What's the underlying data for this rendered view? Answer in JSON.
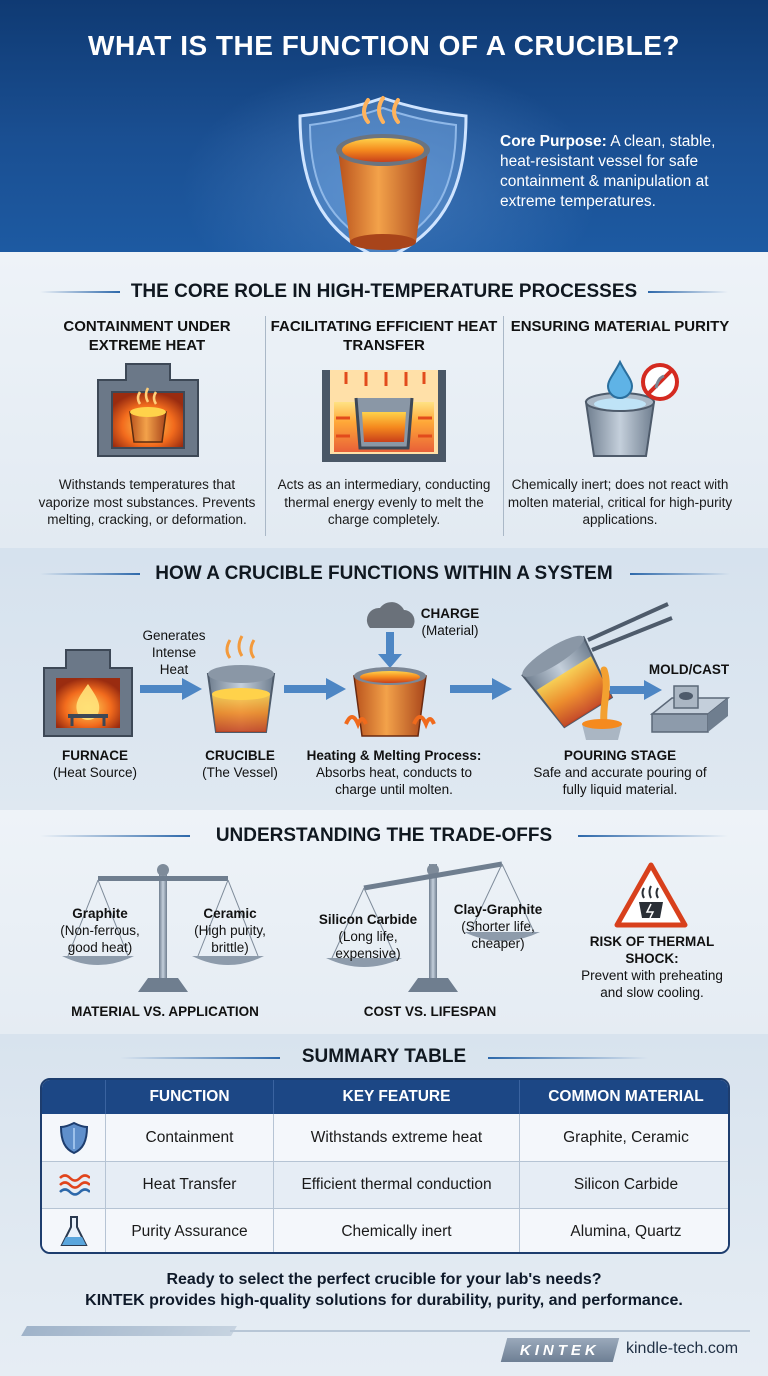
{
  "header": {
    "title": "WHAT IS THE FUNCTION OF A CRUCIBLE?",
    "core_label": "Core Purpose:",
    "core_text": "A clean, stable, heat-resistant vessel for safe containment & manipulation at extreme temperatures."
  },
  "core_role": {
    "title": "THE CORE ROLE IN HIGH-TEMPERATURE PROCESSES",
    "columns": [
      {
        "heading": "CONTAINMENT UNDER EXTREME HEAT",
        "text": "Withstands temperatures that vaporize most substances. Prevents melting, cracking, or deformation.",
        "icon": "furnace-crucible-icon"
      },
      {
        "heading": "FACILITATING EFFICIENT HEAT TRANSFER",
        "text": "Acts as an intermediary, conducting thermal energy evenly to melt the charge completely.",
        "icon": "heat-transfer-icon"
      },
      {
        "heading": "ENSURING MATERIAL PURITY",
        "text": "Chemically inert; does not react with molten material, critical for high-purity applications.",
        "icon": "pure-crucible-icon"
      }
    ]
  },
  "system": {
    "title": "HOW A CRUCIBLE FUNCTIONS WITHIN A SYSTEM",
    "generates": "Generates Intense Heat",
    "charge_title": "CHARGE",
    "charge_sub": "(Material)",
    "mold_label": "MOLD/CAST",
    "steps": [
      {
        "title": "FURNACE",
        "sub": "(Heat Source)"
      },
      {
        "title": "CRUCIBLE",
        "sub": "(The Vessel)"
      },
      {
        "title": "Heating & Melting Process:",
        "sub": "Absorbs heat, conducts to charge until molten."
      },
      {
        "title": "POURING STAGE",
        "sub": "Safe and accurate pouring of fully liquid material."
      }
    ]
  },
  "tradeoffs": {
    "title": "UNDERSTANDING THE TRADE-OFFS",
    "scale1": {
      "left_name": "Graphite",
      "left_sub": "(Non-ferrous, good heat)",
      "right_name": "Ceramic",
      "right_sub": "(High purity, brittle)",
      "caption": "MATERIAL VS. APPLICATION"
    },
    "scale2": {
      "left_name": "Silicon Carbide",
      "left_sub": "(Long life, expensive)",
      "right_name": "Clay-Graphite",
      "right_sub": "(Shorter life, cheaper)",
      "caption": "COST VS. LIFESPAN"
    },
    "risk_title": "RISK OF THERMAL SHOCK:",
    "risk_text": "Prevent with preheating and slow cooling."
  },
  "summary": {
    "title": "SUMMARY TABLE",
    "headers": [
      "FUNCTION",
      "KEY FEATURE",
      "COMMON MATERIAL"
    ],
    "rows": [
      {
        "icon": "shield-icon",
        "function": "Containment",
        "feature": "Withstands extreme heat",
        "material": "Graphite, Ceramic"
      },
      {
        "icon": "heat-waves-icon",
        "function": "Heat Transfer",
        "feature": "Efficient thermal conduction",
        "material": "Silicon Carbide"
      },
      {
        "icon": "flask-icon",
        "function": "Purity Assurance",
        "feature": "Chemically inert",
        "material": "Alumina, Quartz"
      }
    ]
  },
  "cta": {
    "line1": "Ready to select the perfect crucible for your lab's needs?",
    "line2": "KINTEK provides high-quality solutions for durability, purity, and performance."
  },
  "footer": {
    "logo": "KINTEK",
    "site": "kindle-tech.com"
  },
  "colors": {
    "header_blue": "#1a4f92",
    "table_header": "#1c4785",
    "molten_orange": "#f08a1c",
    "steel_gray": "#8d9bab"
  }
}
